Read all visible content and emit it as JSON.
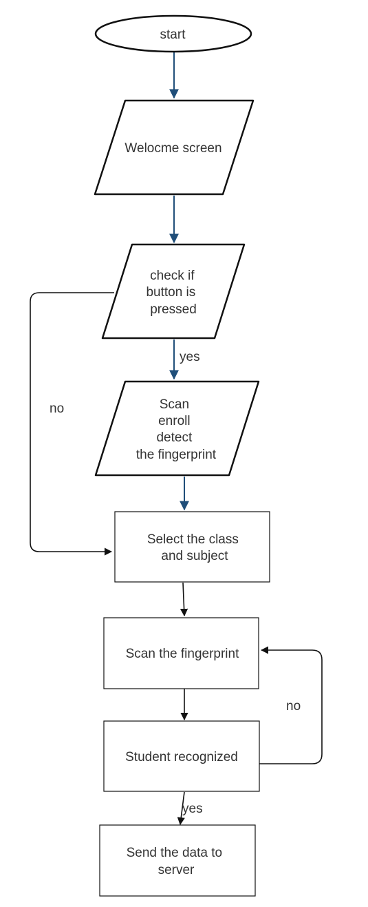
{
  "colors": {
    "connector_blue": "#1f4e79",
    "connector_black": "#111111",
    "shape_stroke": "#111111",
    "text": "#333333"
  },
  "nodes": {
    "start": {
      "shape": "terminator",
      "lines": [
        "start"
      ]
    },
    "welcome": {
      "shape": "parallelogram",
      "lines": [
        "Welocme screen"
      ]
    },
    "check_button": {
      "shape": "parallelogram",
      "lines": [
        "check if",
        "button is",
        "pressed"
      ]
    },
    "scan_enroll": {
      "shape": "parallelogram",
      "lines": [
        "Scan",
        "enroll",
        "detect",
        "the fingerprint"
      ]
    },
    "select_class": {
      "shape": "process",
      "lines": [
        "Select the class",
        "and subject"
      ]
    },
    "scan_fingerprint": {
      "shape": "process",
      "lines": [
        "Scan the fingerprint"
      ]
    },
    "student_recognized": {
      "shape": "process",
      "lines": [
        "Student recognized"
      ]
    },
    "send_data": {
      "shape": "process",
      "lines": [
        "Send the data to",
        "server"
      ]
    }
  },
  "edges": {
    "start_to_welcome": {
      "from": "start",
      "to": "welcome",
      "label": ""
    },
    "welcome_to_check": {
      "from": "welcome",
      "to": "check_button",
      "label": ""
    },
    "check_to_scan_yes": {
      "from": "check_button",
      "to": "scan_enroll",
      "label": "yes"
    },
    "check_to_select_no": {
      "from": "check_button",
      "to": "select_class",
      "label": "no"
    },
    "scan_to_select": {
      "from": "scan_enroll",
      "to": "select_class",
      "label": ""
    },
    "select_to_scanfp": {
      "from": "select_class",
      "to": "scan_fingerprint",
      "label": ""
    },
    "scanfp_to_recognized": {
      "from": "scan_fingerprint",
      "to": "student_recognized",
      "label": ""
    },
    "recognized_to_scanfp_no": {
      "from": "student_recognized",
      "to": "scan_fingerprint",
      "label": "no"
    },
    "recognized_to_send_yes": {
      "from": "student_recognized",
      "to": "send_data",
      "label": "yes"
    }
  }
}
